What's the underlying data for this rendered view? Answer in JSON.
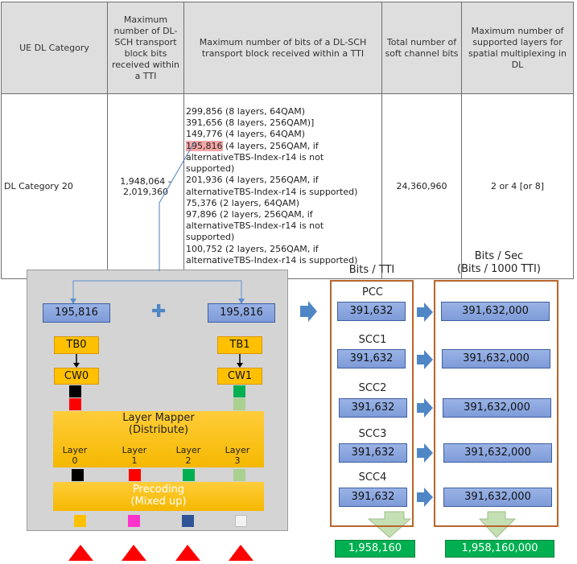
{
  "table": {
    "headers": [
      "UE DL Category",
      "Maximum number of DL-SCH transport block bits received within a TTI",
      "Maximum number of bits of a DL-SCH transport block received within a TTI",
      "Total number of soft channel bits",
      "Maximum number of supported layers for spatial multiplexing in DL"
    ],
    "row": {
      "category": "DL Category 20",
      "max_tb_bits": "1,948,064 - 2,019,360",
      "max_bits_lines": [
        "299,856 (8 layers, 64QAM)",
        "391,656 (8 layers, 256QAM)]",
        "149,776 (4 layers, 64QAM)",
        "195,816",
        " (4 layers, 256QAM, if",
        "alternativeTBS-Index-r14 is not",
        "supported)",
        "201,936 (4 layers, 256QAM, if",
        "alternativeTBS-Index-r14 is supported)",
        "75,376 (2 layers, 64QAM)",
        "97,896 (2 layers, 256QAM, if",
        "alternativeTBS-Index-r14 is not",
        "supported)",
        "100,752 (2 layers, 256QAM, if",
        "alternativeTBS-Index-r14 is supported)"
      ],
      "soft_bits": "24,360,960",
      "layers": "2 or 4 [or 8]"
    }
  },
  "diagram": {
    "tb_bits_left": "195,816",
    "tb_bits_right": "195,816",
    "plus_symbol": "✚",
    "tb0": "TB0",
    "tb1": "TB1",
    "cw0": "CW0",
    "cw1": "CW1",
    "layer_mapper_line1": "Layer Mapper",
    "layer_mapper_line2": "(Distribute)",
    "layers": [
      {
        "line1": "Layer",
        "line2": "0"
      },
      {
        "line1": "Layer",
        "line2": "1"
      },
      {
        "line1": "Layer",
        "line2": "2"
      },
      {
        "line1": "Layer",
        "line2": "3"
      }
    ],
    "precoding_line1": "Precoding",
    "precoding_line2": "(Mixed up)",
    "colors": {
      "cw0_top": "#000000",
      "cw0_bottom": "#ff0000",
      "cw1_top": "#00b050",
      "cw1_bottom": "#a9d08e",
      "layer_outputs": [
        "#000000",
        "#ff0000",
        "#00b050",
        "#a9d08e"
      ],
      "precoded_outputs": [
        "#ffc000",
        "#ff33cc",
        "#2f5597",
        "#f2f2f2"
      ],
      "antenna": "#ff0000"
    }
  },
  "carriers": {
    "bits_tti_label": "Bits / TTI",
    "bits_sec_label_line1": "Bits / Sec",
    "bits_sec_label_line2": "(Bits / 1000 TTI)",
    "items": [
      {
        "name": "PCC",
        "tti": "391,632",
        "sec": "391,632,000"
      },
      {
        "name": "SCC1",
        "tti": "391,632",
        "sec": "391,632,000"
      },
      {
        "name": "SCC2",
        "tti": "391,632",
        "sec": "391,632,000"
      },
      {
        "name": "SCC3",
        "tti": "391,632",
        "sec": "391,632,000"
      },
      {
        "name": "SCC4",
        "tti": "391,632",
        "sec": "391,632,000"
      }
    ],
    "total_tti": "1,958,160",
    "total_sec": "1,958,160,000"
  }
}
